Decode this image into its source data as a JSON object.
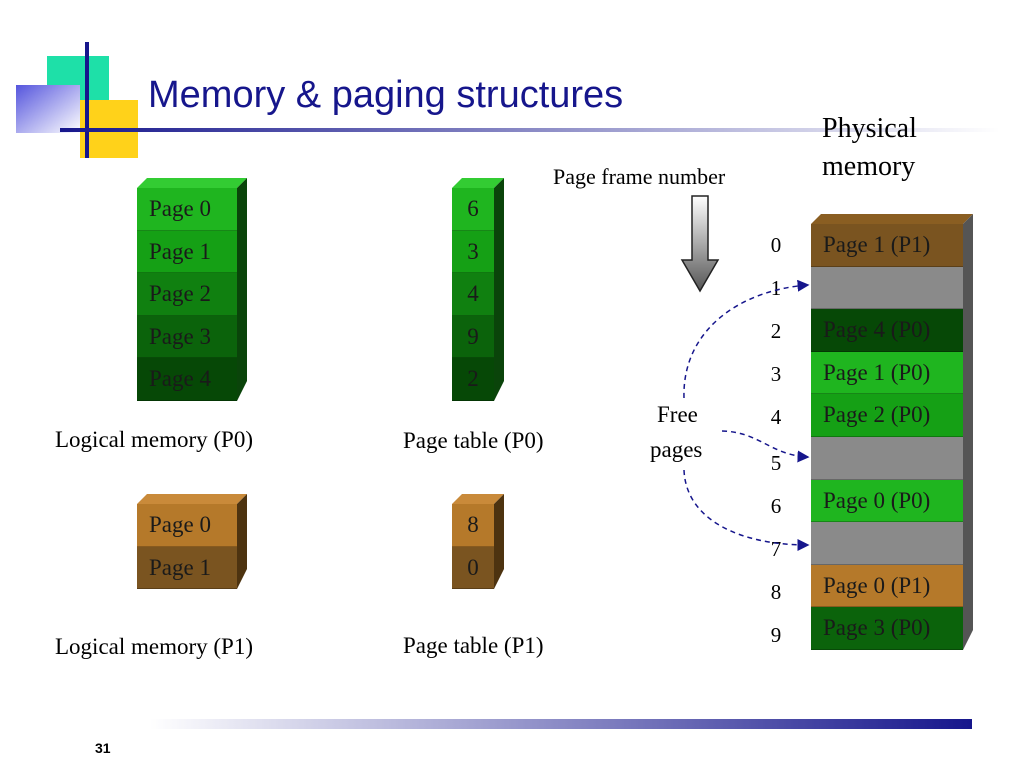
{
  "title": "Memory & paging structures",
  "page_number": "31",
  "colors": {
    "title": "#16168c",
    "green_light": "#22bb22",
    "green_mid": "#118811",
    "green_dark": "#0a5a0a",
    "green_darker": "#064406",
    "brown_light": "#b87a2a",
    "brown_dark": "#7a5420",
    "gray": "#8a8a8a"
  },
  "logical_p0": {
    "caption": "Logical memory (P0)",
    "pages": [
      "Page 0",
      "Page 1",
      "Page 2",
      "Page 3",
      "Page 4"
    ]
  },
  "page_table_p0": {
    "caption": "Page table (P0)",
    "entries": [
      "6",
      "3",
      "4",
      "9",
      "2"
    ]
  },
  "logical_p1": {
    "caption": "Logical memory (P1)",
    "pages": [
      "Page 0",
      "Page 1"
    ]
  },
  "page_table_p1": {
    "caption": "Page table (P1)",
    "entries": [
      "8",
      "0"
    ]
  },
  "page_frame_label": "Page frame number",
  "physical": {
    "title_line1": "Physical",
    "title_line2": "memory",
    "frame_numbers": [
      "0",
      "1",
      "2",
      "3",
      "4",
      "5",
      "6",
      "7",
      "8",
      "9"
    ],
    "frames": [
      "Page 1 (P1)",
      "",
      "Page 4 (P0)",
      "Page 1 (P0)",
      "Page 2 (P0)",
      "",
      "Page 0 (P0)",
      "",
      "Page 0 (P1)",
      "Page 3 (P0)"
    ]
  },
  "free_pages": {
    "line1": "Free",
    "line2": "pages"
  }
}
